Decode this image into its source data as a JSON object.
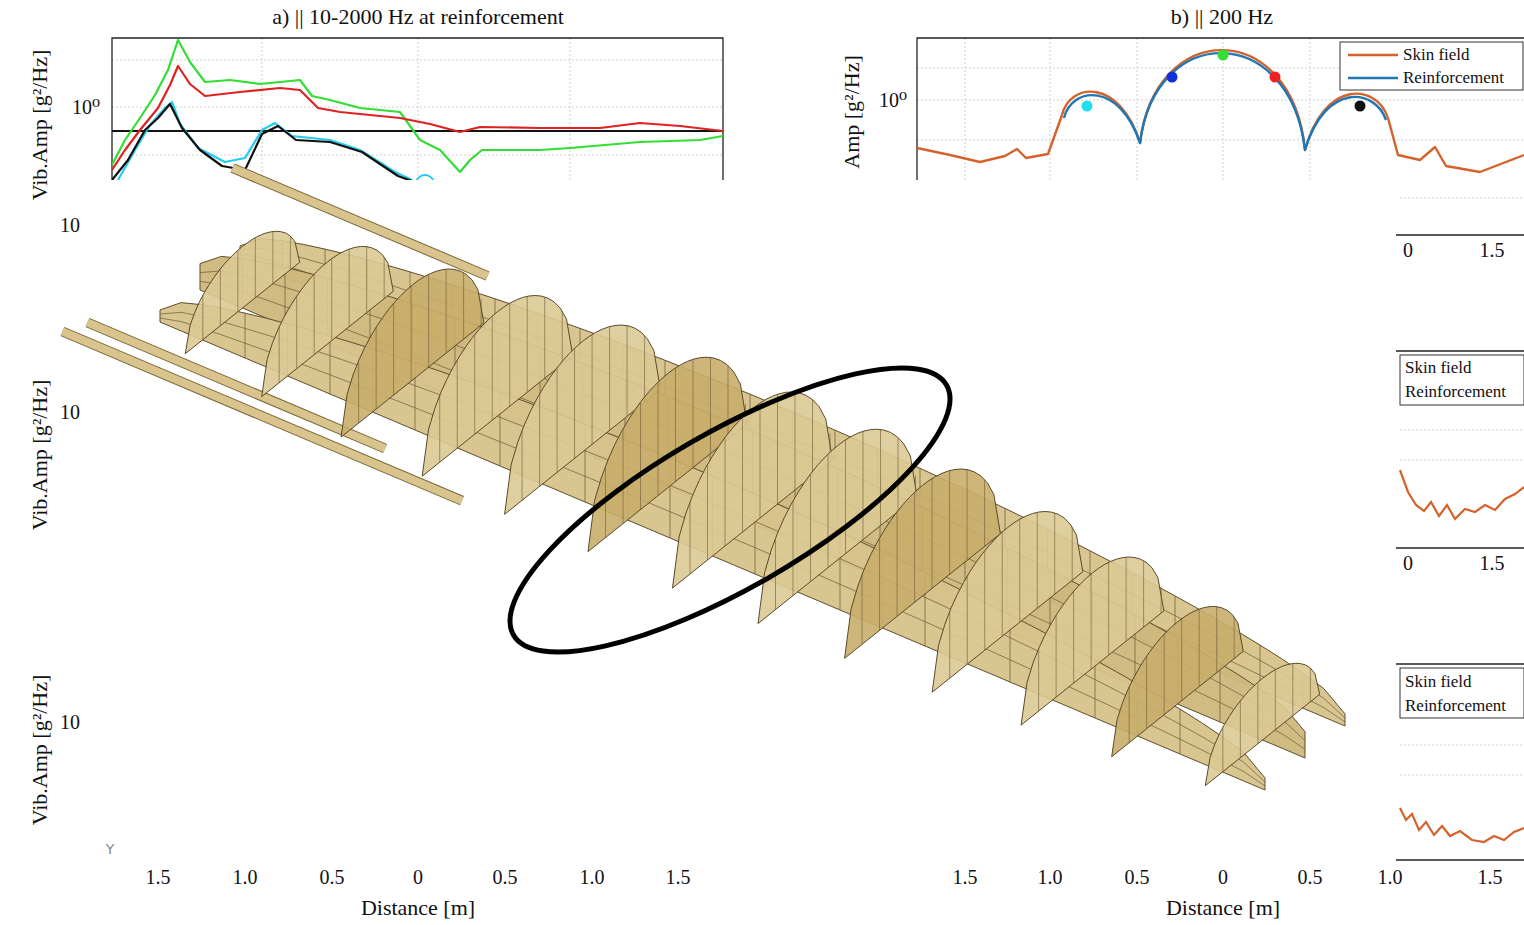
{
  "diagram": {
    "labels": [
      "a) || 10-2000 Hz at reinforcement",
      "b) || 200 Hz",
      "Vib.Amp [g²/Hz]",
      "10⁰",
      "10",
      "Amp [g²/Hz]",
      "10⁰",
      "Vib.Amp [g²/Hz]",
      "10",
      "Vib.Amp [g²/Hz]",
      "10",
      "0",
      "1.5",
      "0",
      "1.5",
      "Y",
      "1.5",
      "1.0",
      "0.5",
      "0",
      "0.5",
      "1.0",
      "1.5",
      "Distance [m]",
      "1.5",
      "1.0",
      "0.5",
      "0",
      "0.5",
      "1.0",
      "1.5",
      "Distance [m]"
    ],
    "legend": [
      {
        "text": "Skin field"
      },
      {
        "text": "Reinforcement"
      },
      {
        "text": "Skin field"
      },
      {
        "text": "Reinforcement"
      },
      {
        "text": "Skin field"
      },
      {
        "text": "Reinforcement"
      }
    ]
  }
}
